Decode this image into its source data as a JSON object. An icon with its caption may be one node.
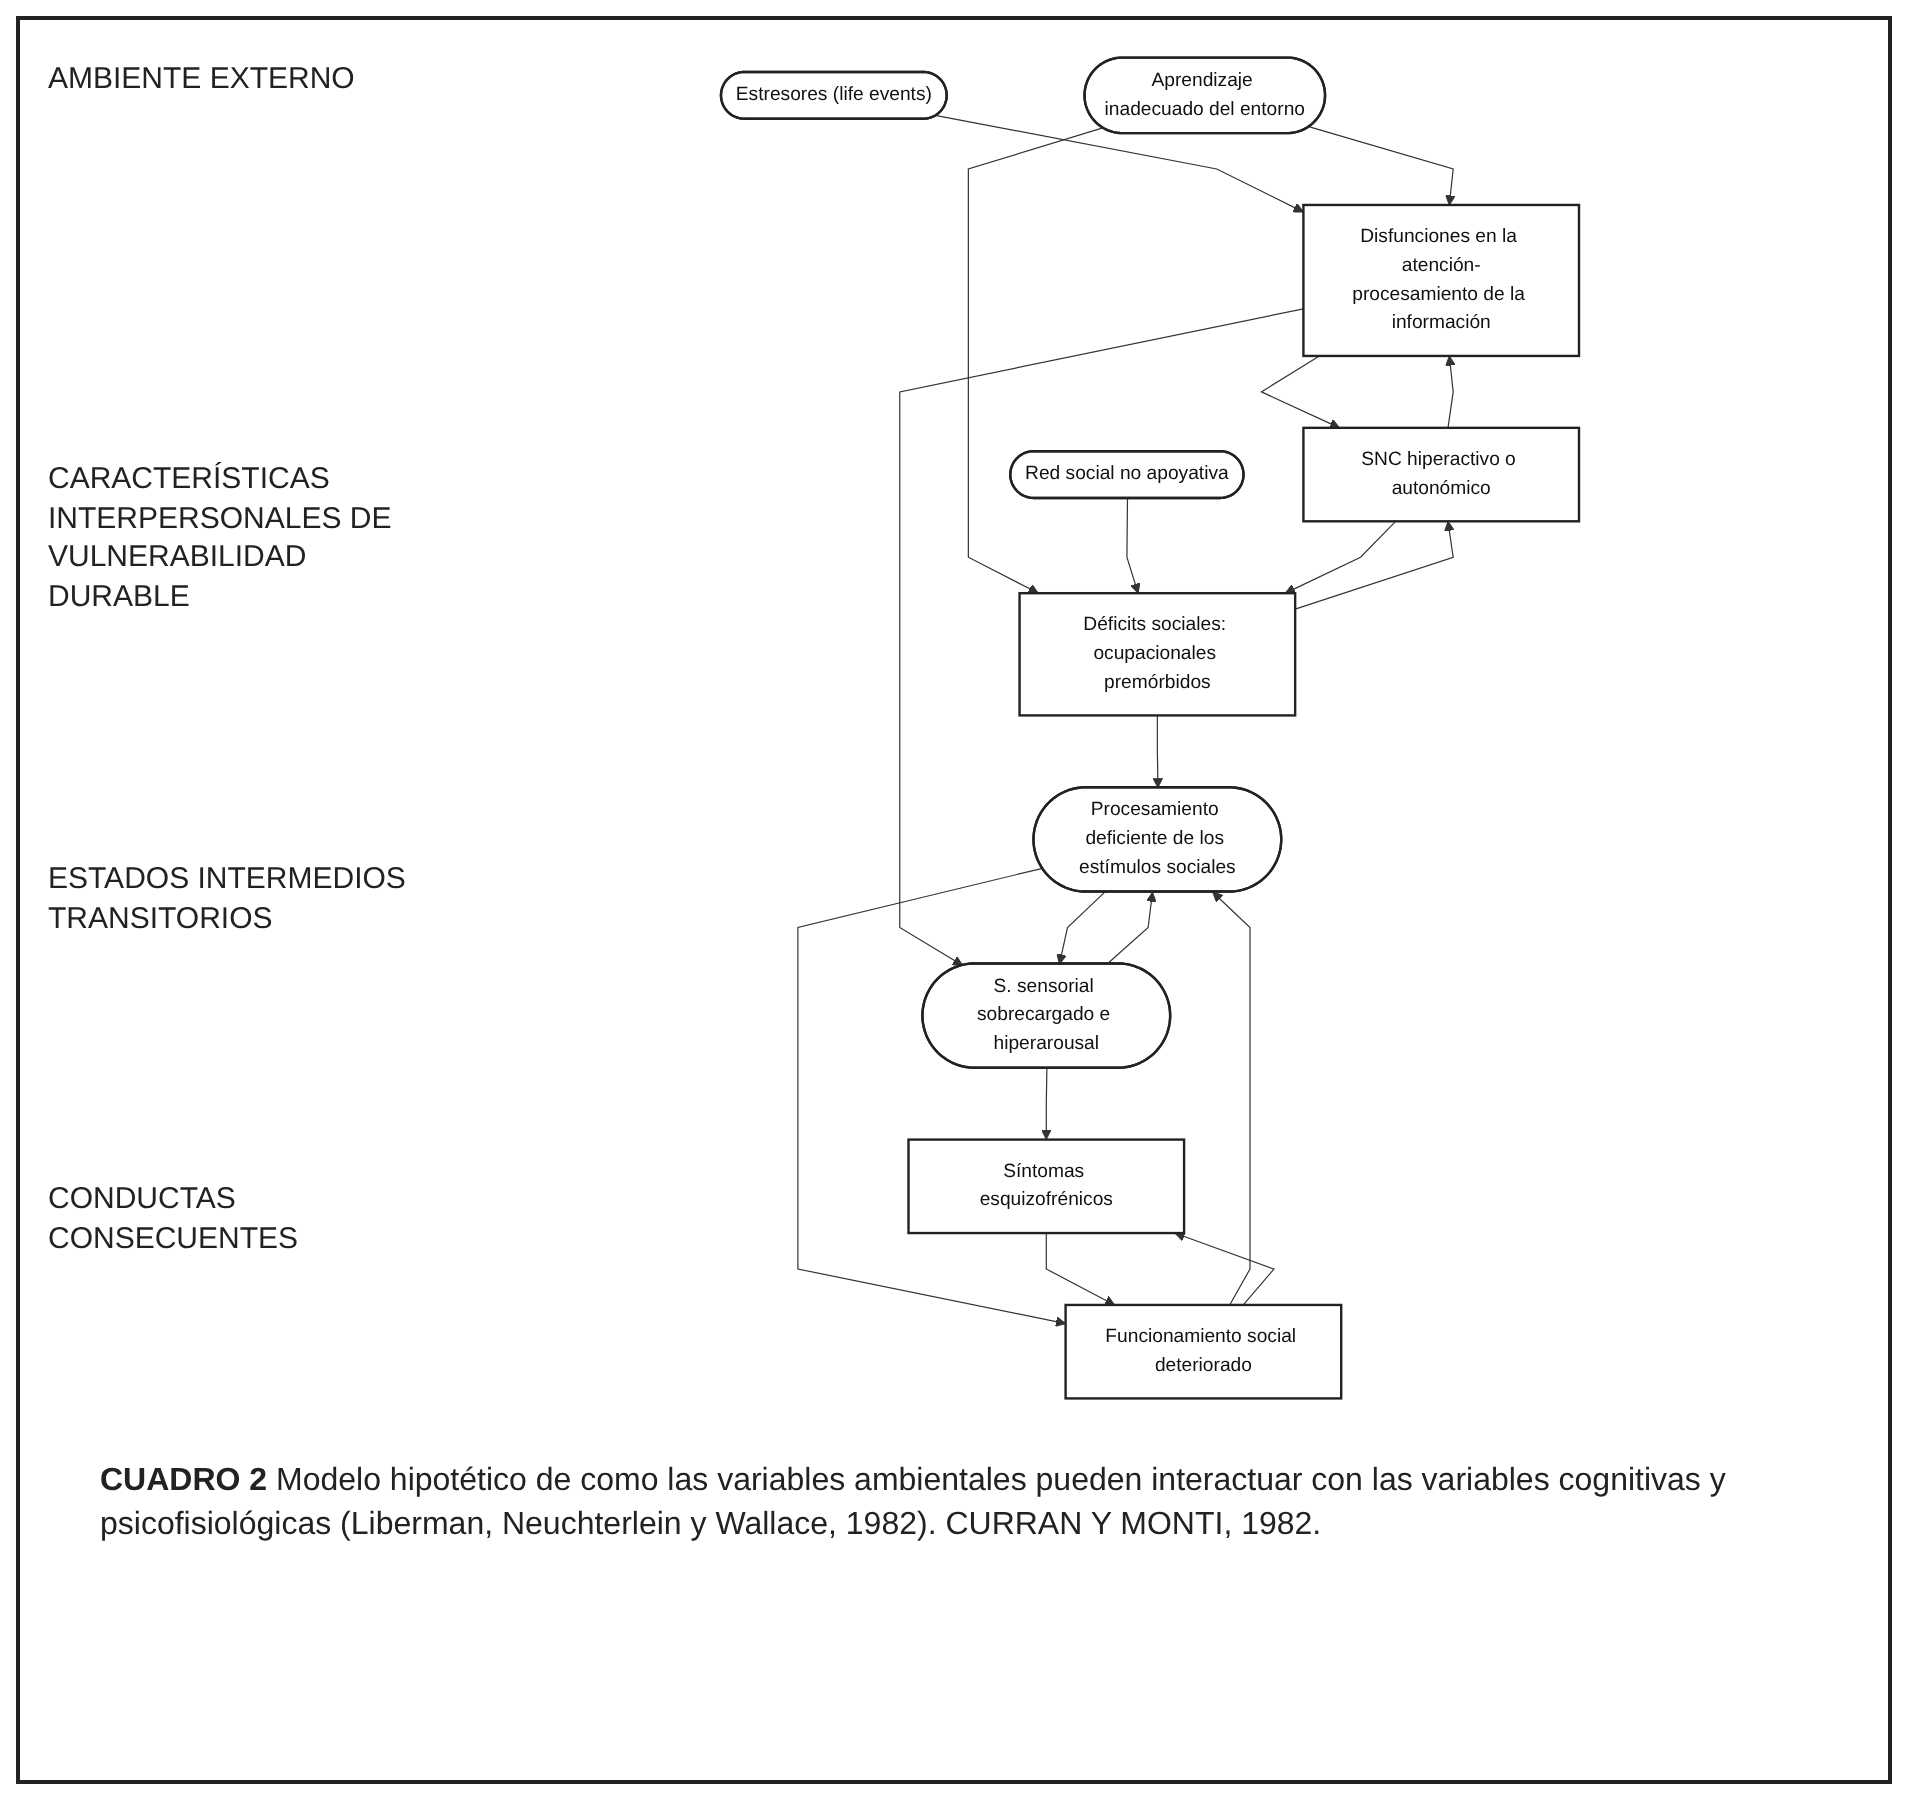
{
  "diagram": {
    "caption": "**CUADRO 2** Modelo hipotético de como las variables ambientales pueden interactuar con las variables cognitivas y psicofisiológicas (Liberman, Neuchterlein y Wallace, 1982). CURRAN Y MONTI, 1982.",
    "nodes": [
      {
        "text": [
          "Estresores (life events)"
        ]
      },
      {
        "text": [
          "Aprendizaje inadecuado del entorno"
        ]
      },
      {
        "text": [
          "Red social no apoyativa"
        ]
      },
      {
        "text": [
          "Disfunciones en la atención-procesamiento de la información"
        ]
      },
      {
        "text": [
          "SNC hiperactivo o autonómico"
        ]
      },
      {
        "text": [
          "Déficits sociales: ocupacionales premórbidos"
        ]
      },
      {
        "text": [
          "S. sensorial sobrecargado e hiperarousal"
        ]
      },
      {
        "text": [
          "Procesamiento deficiente de los estímulos sociales"
        ]
      },
      {
        "text": [
          "Síntomas esquizofrénicos"
        ]
      },
      {
        "text": [
          "Funcionamiento social deteriorado"
        ]
      }
    ],
    "edges": [
      {
        "from": 0,
        "to": 3,
        "arrow": "to"
      },
      {
        "from": 1,
        "to": 3,
        "arrow": "to"
      },
      {
        "from": 1,
        "to": 5,
        "arrow": "to"
      },
      {
        "from": 2,
        "to": 5,
        "arrow": "to"
      },
      {
        "from": 3,
        "to": 4,
        "arrow": "to"
      },
      {
        "from": 4,
        "to": 3,
        "arrow": "to"
      },
      {
        "from": 4,
        "to": 5,
        "arrow": "to"
      },
      {
        "from": 5,
        "to": 4,
        "arrow": "to"
      },
      {
        "from": 3,
        "to": 6,
        "arrow": "to"
      },
      {
        "from": 5,
        "to": 7,
        "arrow": "to"
      },
      {
        "from": 6,
        "to": 7,
        "arrow": "to"
      },
      {
        "from": 7,
        "to": 6,
        "arrow": "to"
      },
      {
        "from": 9,
        "to": 7,
        "arrow": "to"
      },
      {
        "from": 7,
        "to": 9,
        "arrow": "to"
      },
      {
        "from": 6,
        "to": 8,
        "arrow": "to"
      },
      {
        "from": 8,
        "to": 9,
        "arrow": "to"
      },
      {
        "from": 9,
        "to": 8,
        "arrow": "to"
      }
    ],
    "labels": [
      "AMBIENTE EXTERNO",
      "CARACTERÍSTICAS INTERPERSONALES DE VULNERABILIDAD DURABLE",
      "ESTADOS INTERMEDIOS TRANSITORIOS",
      "CONDUCTAS CONSECUENTES"
    ]
  }
}
